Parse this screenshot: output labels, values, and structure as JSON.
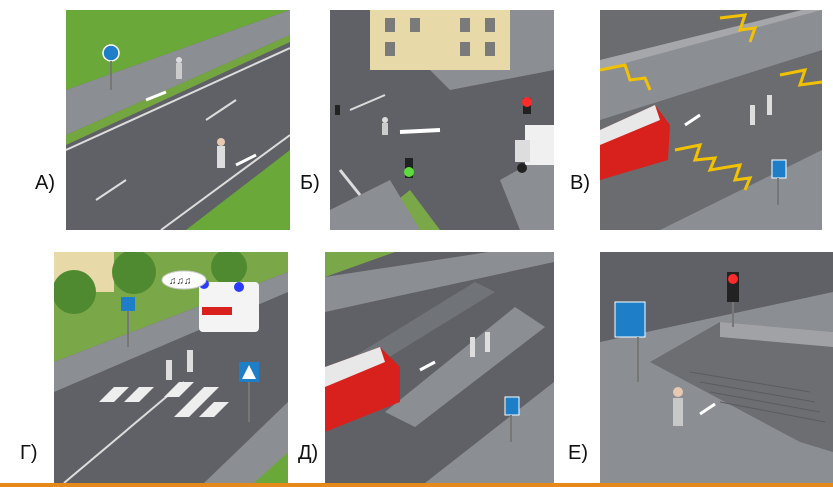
{
  "labels": [
    "А)",
    "Б)",
    "В)",
    "Г)",
    "Д)",
    "Е)"
  ],
  "colors": {
    "accent_line": "#e58a1a",
    "asphalt": "#5f6166",
    "sidewalk": "#8b8e93",
    "grass": "#6aa83a",
    "tram_red": "#d8201c",
    "sign_blue": "#1e7fc8"
  }
}
